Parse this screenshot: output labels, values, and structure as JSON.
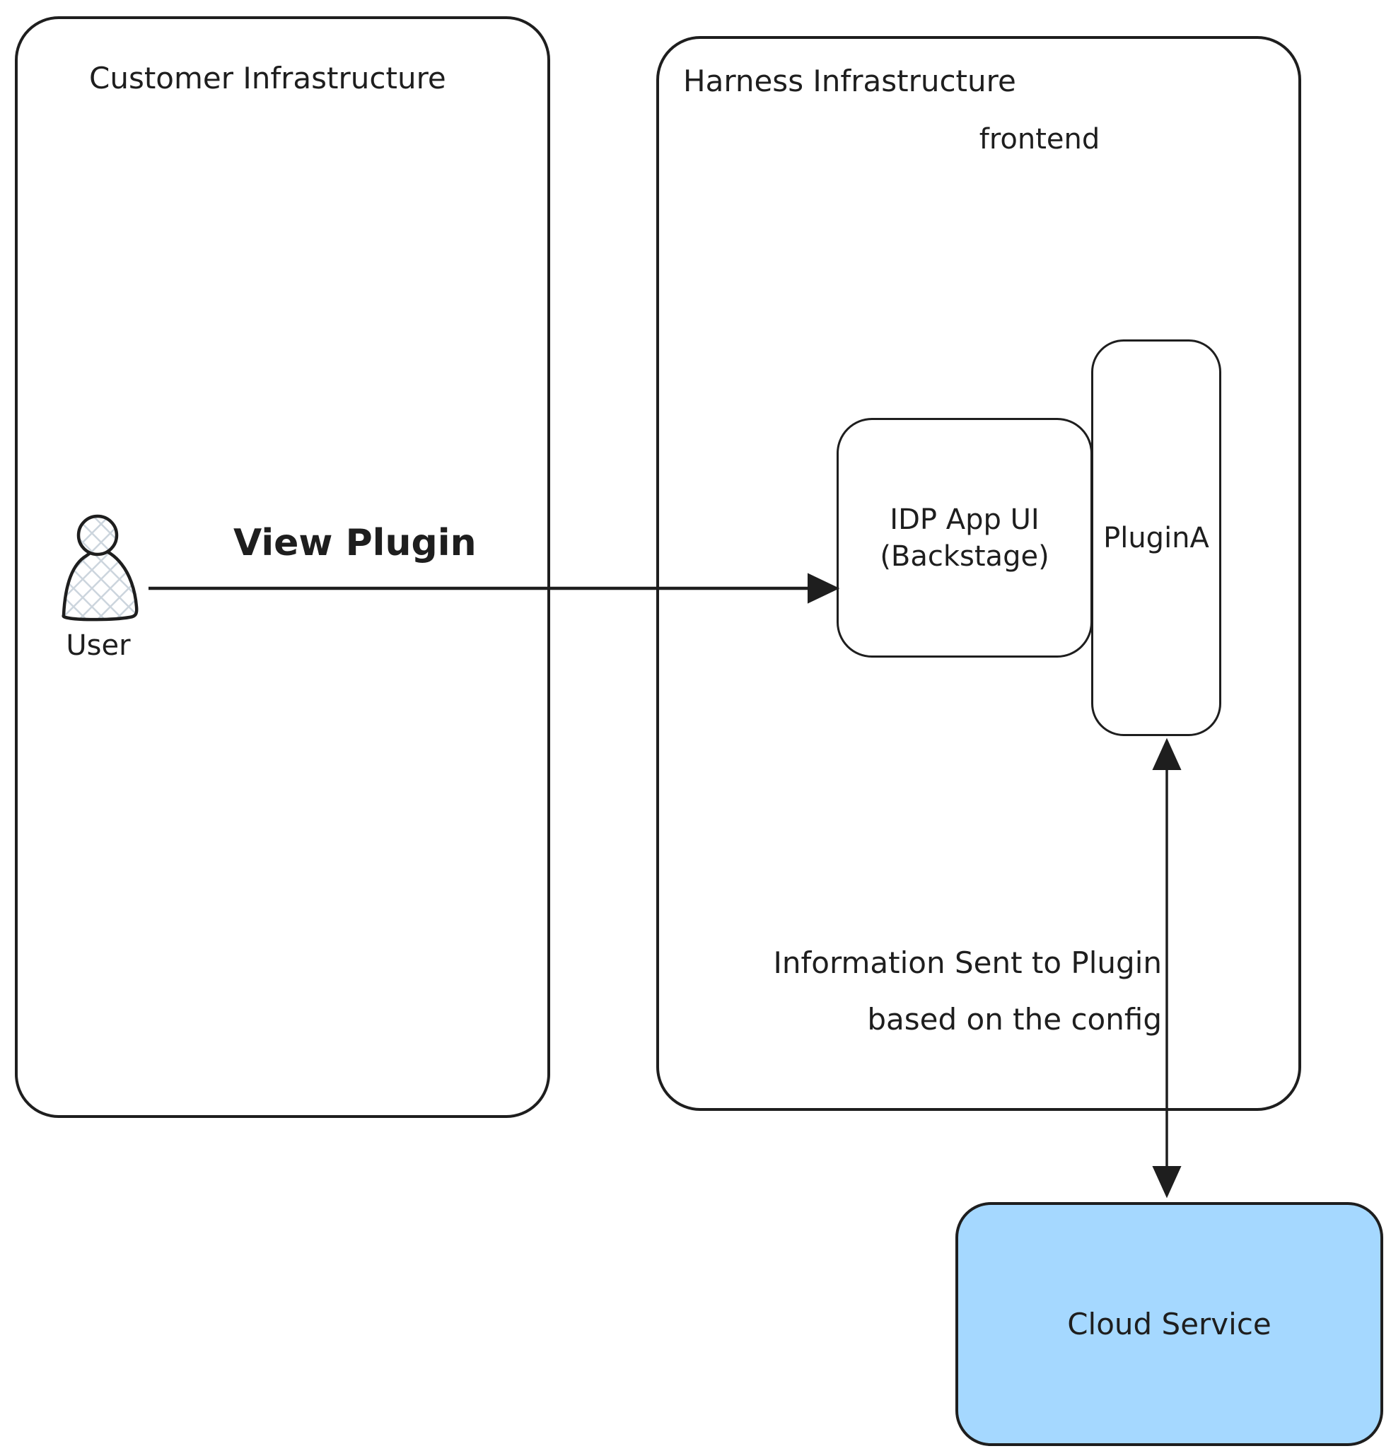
{
  "diagram": {
    "colors": {
      "stroke": "#1e1e1e",
      "cloud_fill": "#a5d8ff",
      "hatch": "#ccd5dd",
      "background": "#ffffff"
    },
    "customer": {
      "title": "Customer Infrastructure"
    },
    "harness": {
      "title": "Harness Infrastructure",
      "frontend_label": "frontend"
    },
    "idp": {
      "line1": "IDP App UI",
      "line2": "(Backstage)"
    },
    "plugin": {
      "label": "PluginA"
    },
    "cloud": {
      "label": "Cloud Service"
    },
    "user": {
      "label": "User"
    },
    "view_plugin_arrow": {
      "label": "View Plugin"
    },
    "info_arrow": {
      "line1": "Information Sent to Plugin",
      "line2": "based on the config"
    }
  }
}
